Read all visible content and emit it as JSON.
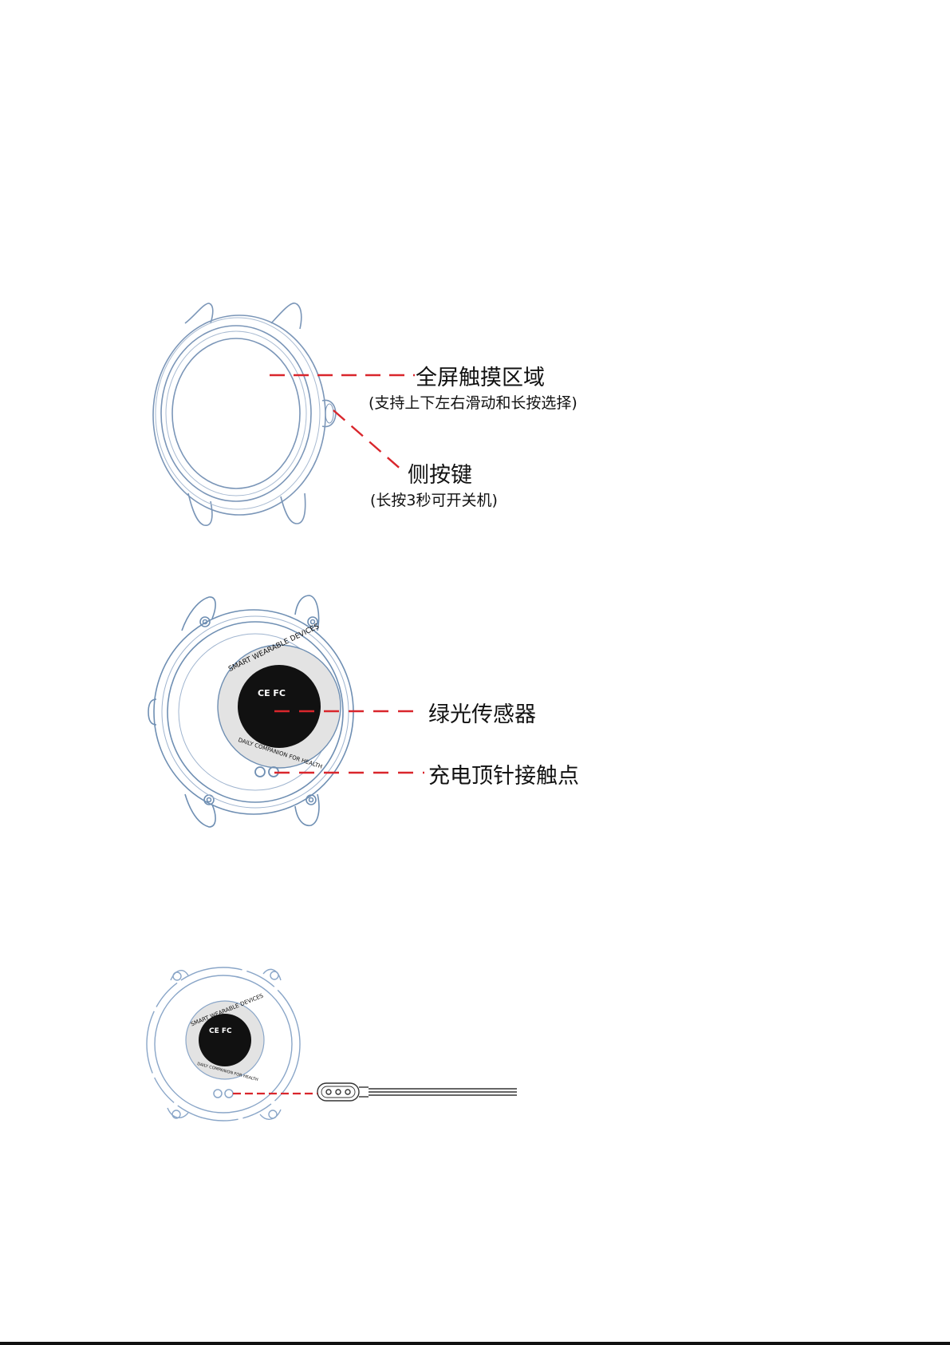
{
  "figure1": {
    "touch_title": "全屏触摸区域",
    "touch_note": "(支持上下左右滑动和长按选择)",
    "button_title": "侧按键",
    "button_note": "(长按3秒可开关机)"
  },
  "figure2": {
    "sensor_title": "绿光传感器",
    "contacts_title": "充电顶针接触点",
    "back_text_top": "SMART WEARABLE DEVICES",
    "back_text_bottom": "DAILY COMPANION FOR HEALTH",
    "cert_marks": "CE FC"
  },
  "figure3": {
    "back_text_top": "SMART WEARABLE DEVICES",
    "back_text_bottom": "DAILY COMPANION FOR HEALTH",
    "cert_marks": "CE FC"
  },
  "colors": {
    "outline": "#6f8fb3",
    "leader": "#d9262c",
    "sensor": "#111111"
  }
}
